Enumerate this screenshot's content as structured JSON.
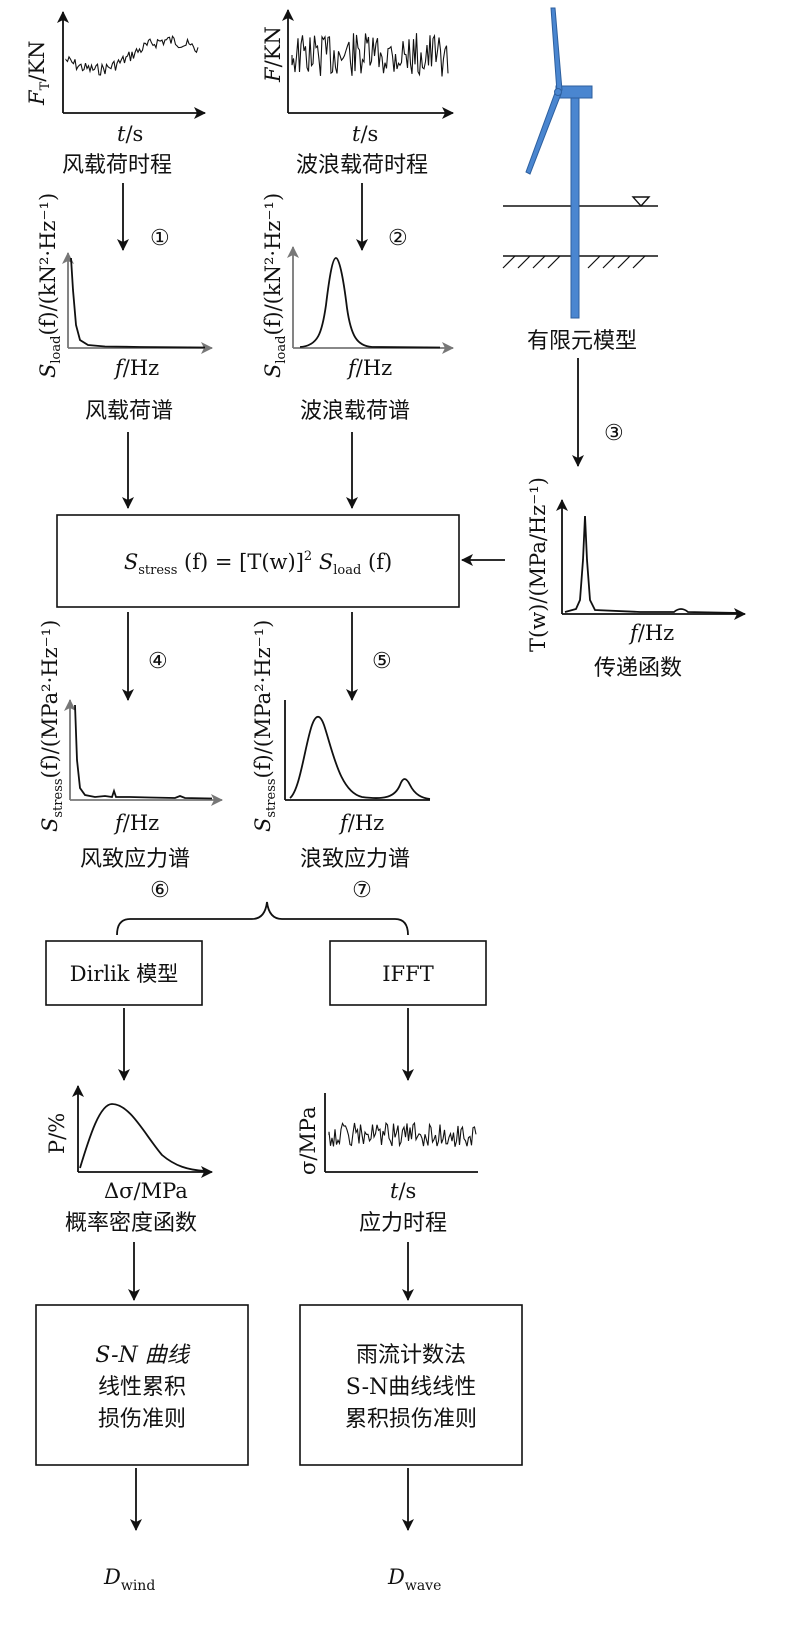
{
  "colors": {
    "turbine": "#4a86d0",
    "line": "#111111",
    "gray_axis": "#777777"
  },
  "labels": {
    "wind_load_history": "风载荷时程",
    "wave_load_history": "波浪载荷时程",
    "fe_model": "有限元模型",
    "wind_load_spectrum": "风载荷谱",
    "wave_load_spectrum": "波浪载荷谱",
    "transfer_function": "传递函数",
    "wind_stress_spectrum": "风致应力谱",
    "wave_stress_spectrum": "浪致应力谱",
    "dirlik_model": "Dirlik 模型",
    "ifft": "IFFT",
    "pdf": "概率密度函数",
    "stress_history": "应力时程",
    "sn_left": [
      "S-N 曲线",
      "线性累积",
      "损伤准则"
    ],
    "sn_right": [
      "雨流计数法",
      "S-N曲线线性",
      "累积损伤准则"
    ],
    "d_wind": "wind",
    "d_wave": "wave"
  },
  "axes": {
    "ft": "F",
    "ft_sub": "T",
    "kn": "/KN",
    "f": "F",
    "t": "t",
    "s": "/s",
    "f_hz": "f",
    "hz": "/Hz",
    "s_load": "S",
    "load_sub": "load",
    "kn_unit": "(f)/(kN²·Hz⁻¹)",
    "tw": "T(w)/(MPa/Hz⁻¹)",
    "s_stress": "S",
    "stress_sub": "stress",
    "mpa_unit": "(f)/(MPa²·Hz⁻¹)",
    "p": "P/%",
    "dsigma": "Δσ/MPa",
    "sigma": "σ/MPa"
  },
  "equation": {
    "s": "S",
    "stress": "stress",
    "f1": " (f) = [T(w)]",
    "sq": "2",
    "s2": " S",
    "load": "load",
    "f2": " (f)"
  },
  "steps": [
    "①",
    "②",
    "③",
    "④",
    "⑤",
    "⑥",
    "⑦"
  ]
}
